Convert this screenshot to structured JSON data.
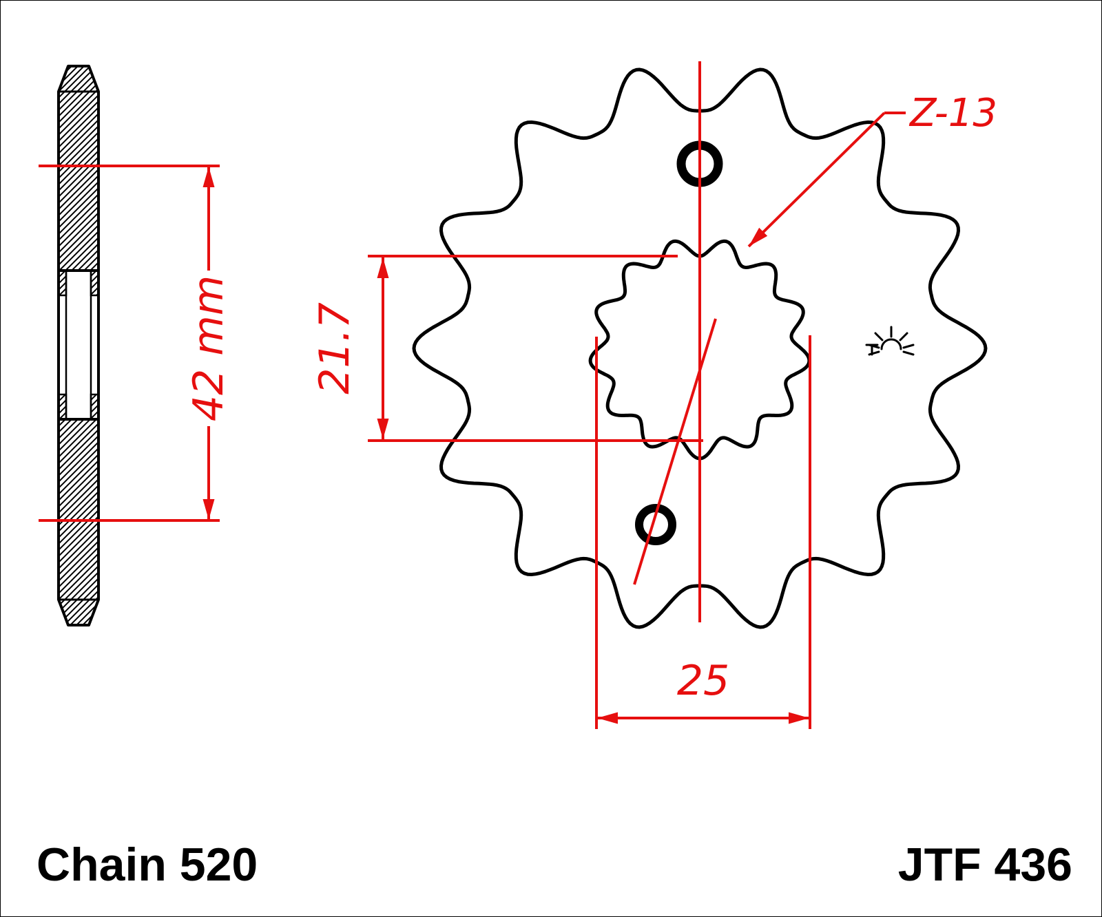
{
  "footer": {
    "chain_label": "Chain 520",
    "part_label": "JTF 436"
  },
  "dimensions": {
    "hub_width": "42 mm",
    "spline_minor": "21.7",
    "spline_major": "25",
    "teeth_label": "Z-13"
  },
  "colors": {
    "line": "#000000",
    "dimension": "#e60f0f",
    "background": "#ffffff"
  },
  "sprocket": {
    "outer_teeth": 14,
    "spline_teeth": 13
  }
}
